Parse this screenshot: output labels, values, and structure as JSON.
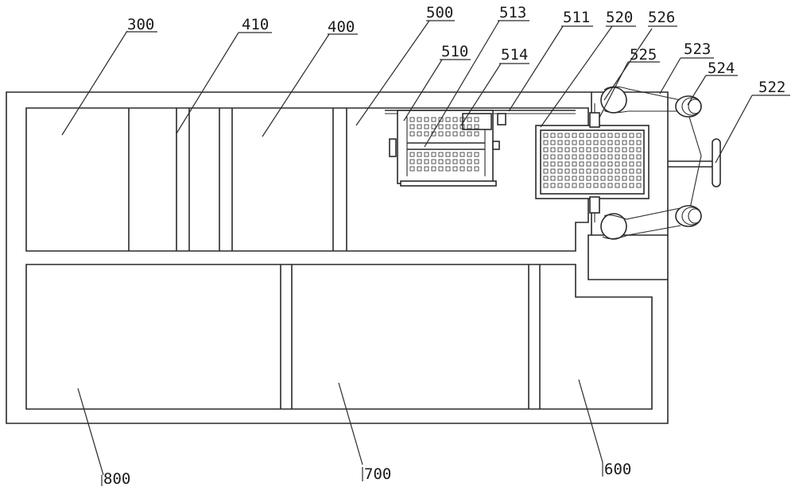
{
  "labels": {
    "l300": "300",
    "l410": "410",
    "l400": "400",
    "l500": "500",
    "l513": "513",
    "l510": "510",
    "l514": "514",
    "l511": "511",
    "l520": "520",
    "l526": "526",
    "l525": "525",
    "l523": "523",
    "l524": "524",
    "l522": "522",
    "l800": "800",
    "l700": "700",
    "l600": "600"
  }
}
